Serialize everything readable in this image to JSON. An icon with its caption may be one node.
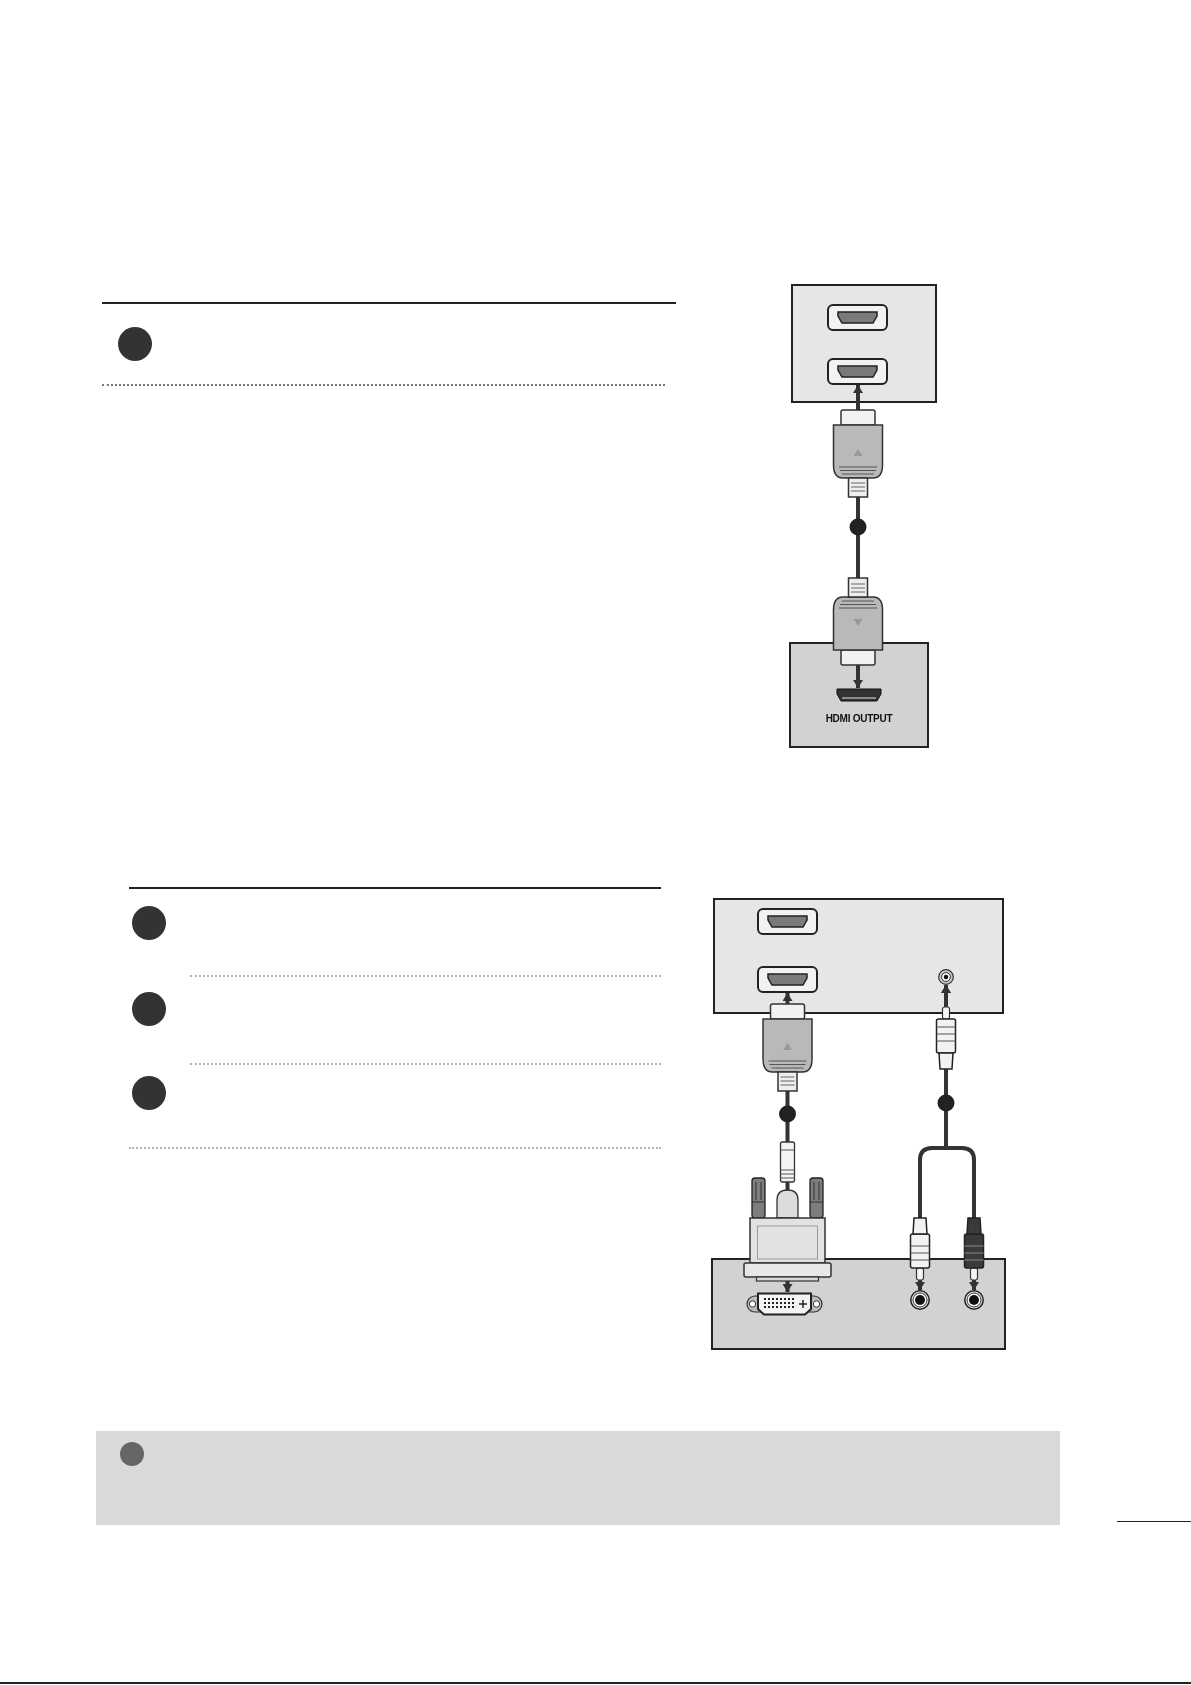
{
  "diagram": {
    "nodes": [
      {
        "text": [],
        "shape": "box"
      },
      {
        "text": [],
        "shape": "box",
        "in": 0
      },
      {
        "text": [],
        "shape": "box",
        "in": 0
      },
      {
        "text": [
          "HDMI OUTPUT"
        ]
      },
      {
        "text": [],
        "shape": "box",
        "in": 3
      },
      {
        "text": [],
        "shape": "box"
      },
      {
        "text": [],
        "shape": "box",
        "in": 5
      },
      {
        "text": [],
        "shape": "box",
        "in": 5
      },
      {
        "text": [],
        "shape": "circle",
        "in": 5
      },
      {
        "text": [],
        "shape": "box"
      },
      {
        "text": [],
        "shape": "box",
        "in": 9
      },
      {
        "text": [],
        "shape": "circle",
        "in": 9
      },
      {
        "text": [],
        "shape": "circle",
        "in": 9
      }
    ],
    "edges": [
      {
        "from": 4,
        "to": 2,
        "arrow": "both"
      },
      {
        "from": 10,
        "to": 7,
        "arrow": "both"
      },
      {
        "from": 11,
        "to": 8,
        "arrow": "both"
      },
      {
        "from": 12,
        "to": 8,
        "arrow": "both"
      }
    ]
  }
}
